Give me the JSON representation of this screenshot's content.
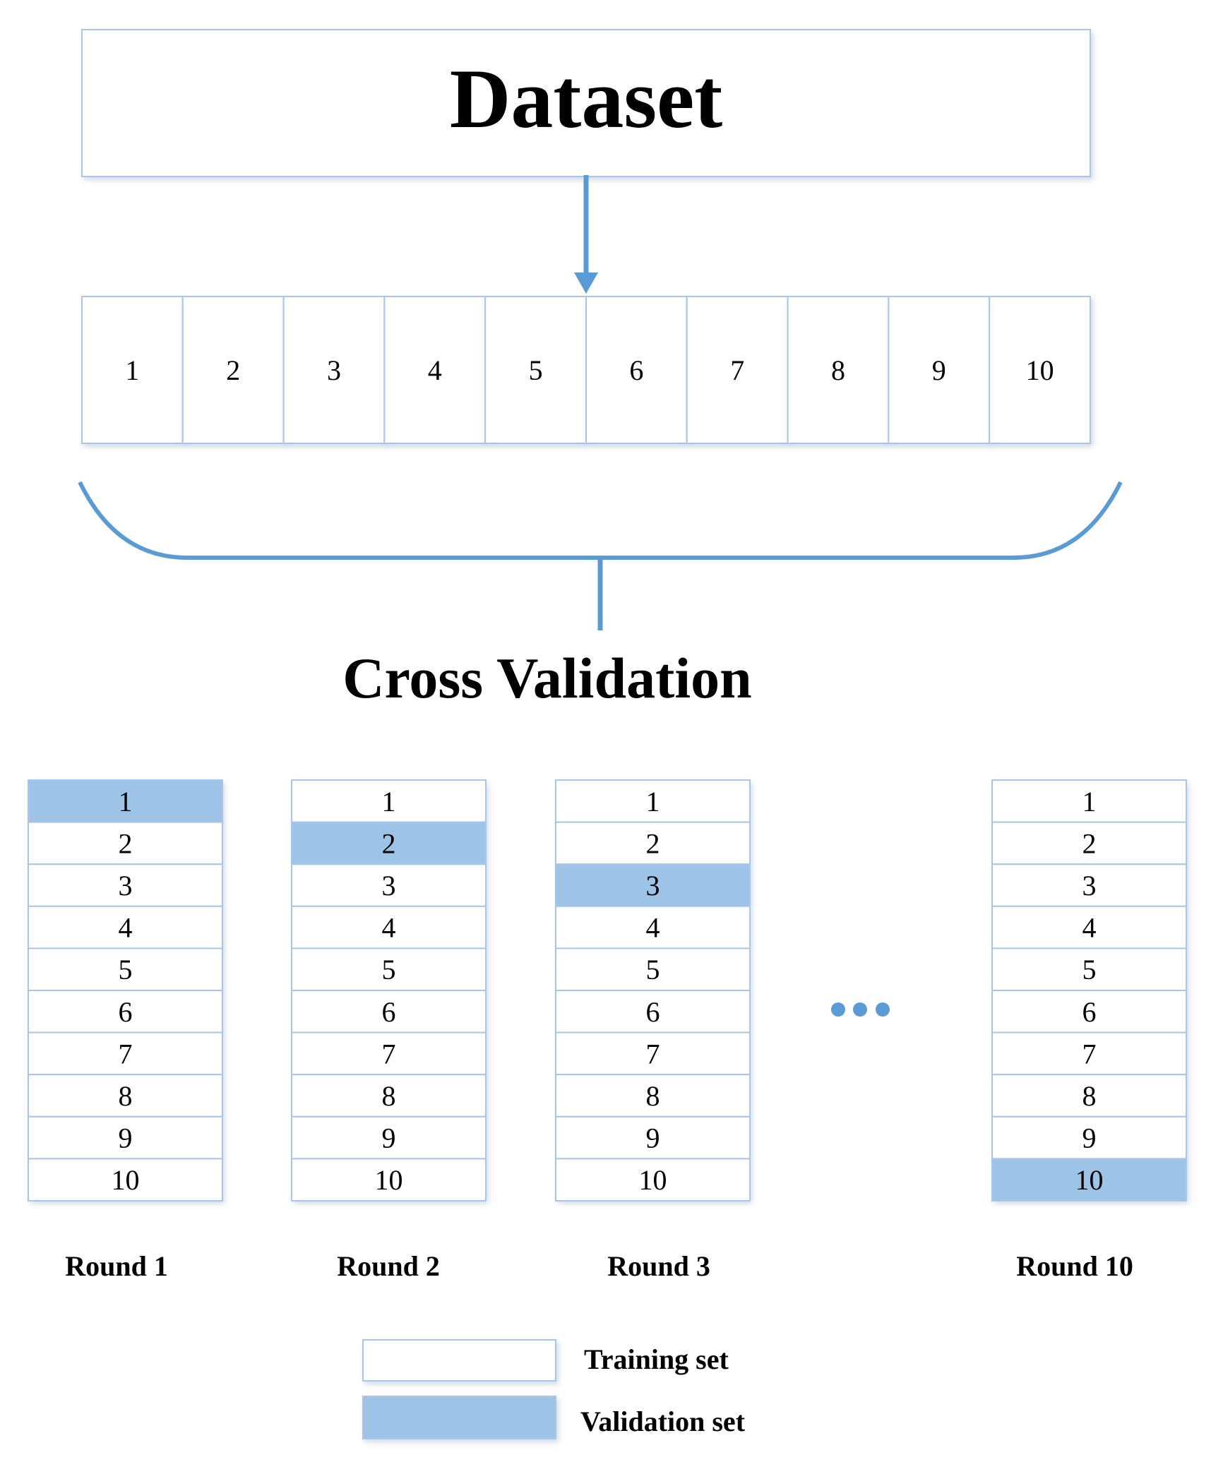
{
  "dataset": {
    "title": "Dataset"
  },
  "folds": [
    "1",
    "2",
    "3",
    "4",
    "5",
    "6",
    "7",
    "8",
    "9",
    "10"
  ],
  "cross_validation": {
    "title": "Cross Validation"
  },
  "rounds": [
    {
      "label": "Round 1",
      "validation_fold": 1
    },
    {
      "label": "Round 2",
      "validation_fold": 2
    },
    {
      "label": "Round 3",
      "validation_fold": 3
    },
    {
      "label": "Round 10",
      "validation_fold": 10
    }
  ],
  "legend": {
    "training_label": "Training set",
    "validation_label": "Validation set"
  },
  "colors": {
    "border": "#a9c6ea",
    "line": "#5b9bd5",
    "validation_fill": "#9dc3e6",
    "training_fill": "#ffffff"
  }
}
